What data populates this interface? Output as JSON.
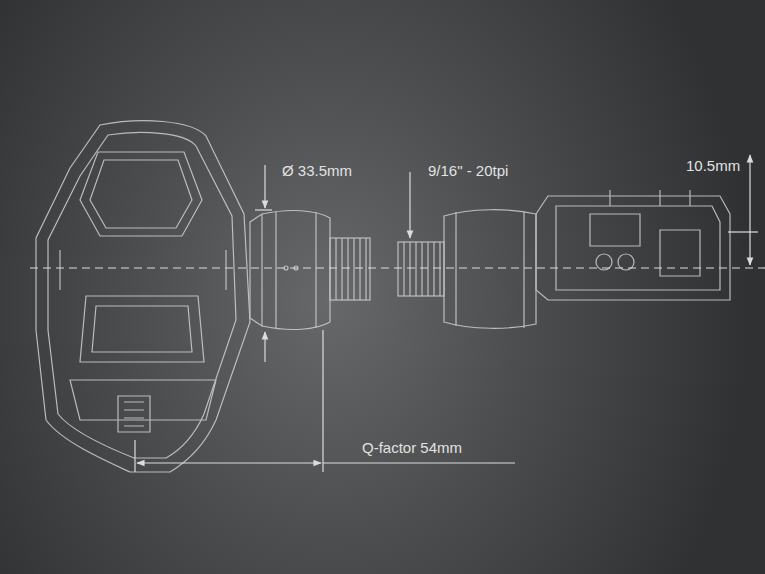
{
  "diagram": {
    "labels": [
      "Ø 33.5mm",
      "9/16\" - 20tpi",
      "10.5mm",
      "Q-factor 54mm"
    ]
  }
}
